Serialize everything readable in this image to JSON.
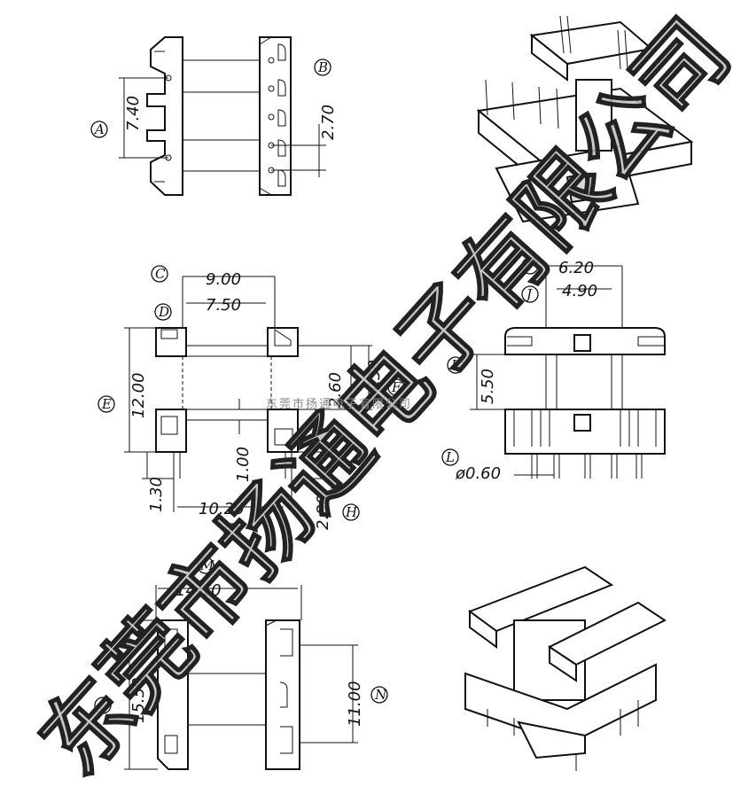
{
  "watermark": {
    "large": "东莞市扬通电子有限公司",
    "small": "东莞市扬通电子有限公司"
  },
  "top_view": {
    "labels": {
      "a": "A",
      "b": "B"
    },
    "dims": {
      "a": "7.40",
      "b": "2.70"
    }
  },
  "front_view": {
    "labels": {
      "c": "C",
      "c2": "C",
      "d": "D",
      "e": "E",
      "f": "F",
      "h": "H"
    },
    "dims": {
      "width_top": "9.00",
      "width_inner": "7.50",
      "height": "12.00",
      "mid": "2.60",
      "mid2": "4.30",
      "gap": "1.00",
      "pin_len": "1.30",
      "bottom_width": "10.20",
      "pin_off": "2.80"
    }
  },
  "side_view": {
    "labels": {
      "i": "I",
      "j": "J",
      "k": "K",
      "l": "L"
    },
    "dims": {
      "i": "6.20",
      "j": "4.90",
      "k": "5.50",
      "l": "ø0.60"
    }
  },
  "bottom_view": {
    "labels": {
      "m": "M",
      "n": "N",
      "o": "O"
    },
    "dims": {
      "m": "14.10",
      "n": "11.00",
      "o": "15.50"
    }
  }
}
